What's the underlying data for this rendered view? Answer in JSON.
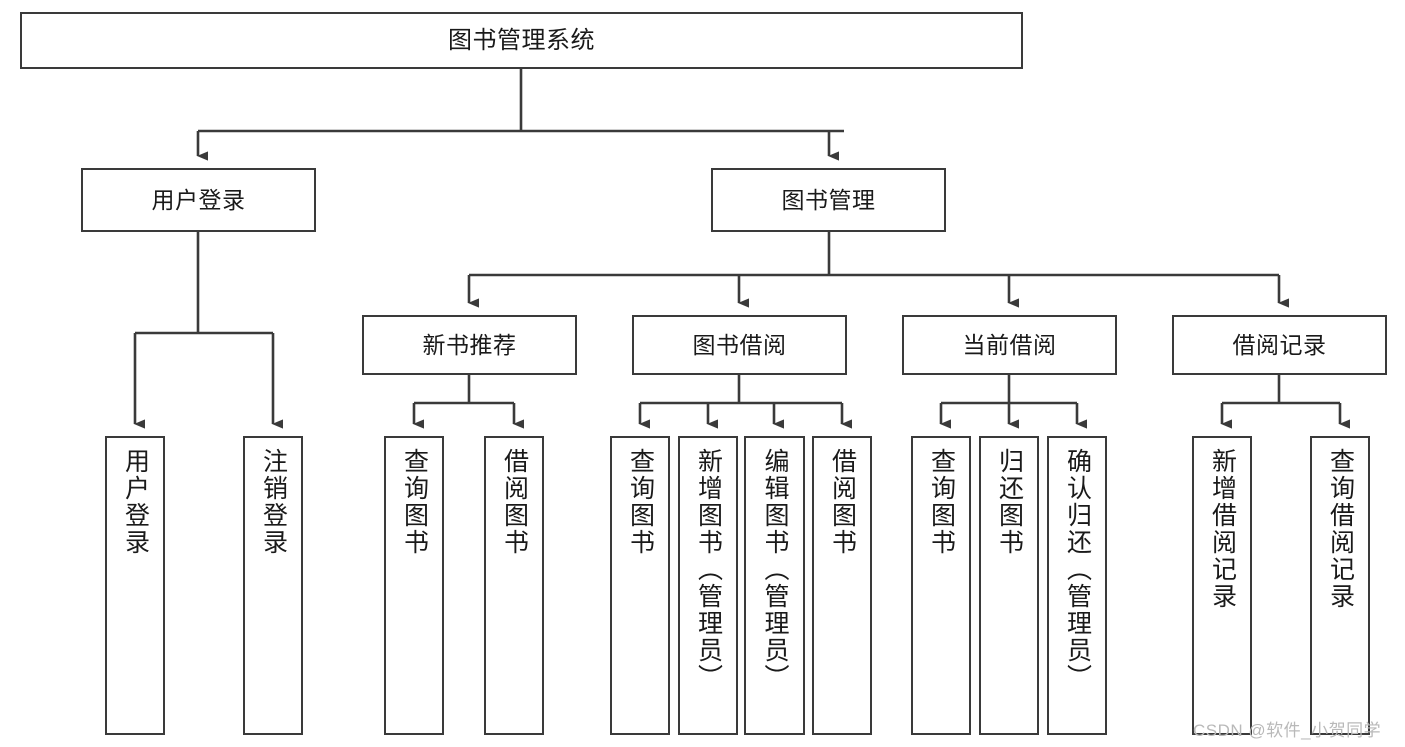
{
  "diagram": {
    "title": "图书管理系统",
    "type": "functional-structure-tree",
    "style": {
      "border_color": "#3a3a3a",
      "text_color": "#1a1a1a",
      "background": "#ffffff",
      "wire_color": "#3a3a3a"
    }
  },
  "nodes": {
    "root": {
      "label": "图书管理系统"
    },
    "level2": [
      {
        "label": "用户登录"
      },
      {
        "label": "图书管理"
      }
    ],
    "level3": [
      {
        "label": "新书推荐"
      },
      {
        "label": "图书借阅"
      },
      {
        "label": "当前借阅"
      },
      {
        "label": "借阅记录"
      }
    ],
    "leaves": {
      "user_login": [
        {
          "label": "用户登录"
        },
        {
          "label": "注销登录"
        }
      ],
      "new_book_recommend": [
        {
          "label": "查询图书"
        },
        {
          "label": "借阅图书"
        }
      ],
      "book_borrow": [
        {
          "label": "查询图书"
        },
        {
          "label": "新增图书（管理员）"
        },
        {
          "label": "编辑图书（管理员）"
        },
        {
          "label": "借阅图书"
        }
      ],
      "current_borrow": [
        {
          "label": "查询图书"
        },
        {
          "label": "归还图书"
        },
        {
          "label": "确认归还（管理员）"
        }
      ],
      "borrow_record": [
        {
          "label": "新增借阅记录"
        },
        {
          "label": "查询借阅记录"
        }
      ]
    }
  },
  "watermark": {
    "text": "CSDN @软件_小贺同学"
  }
}
